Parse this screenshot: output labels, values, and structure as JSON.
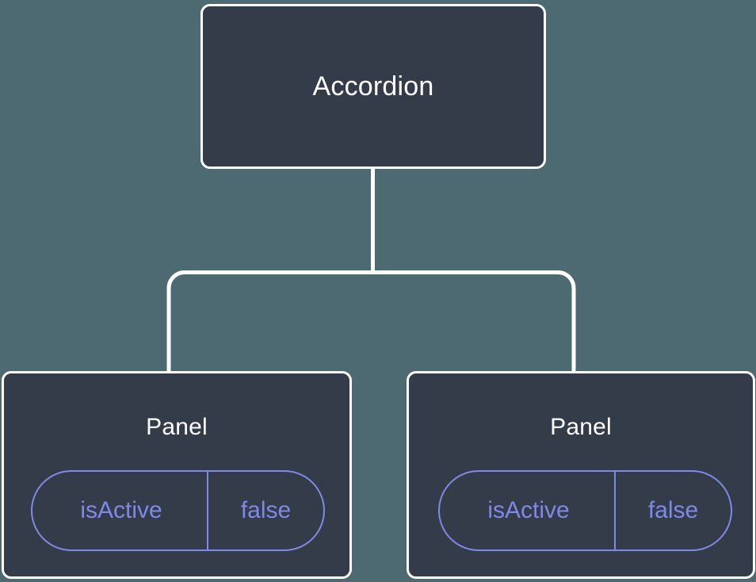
{
  "canvas": {
    "background_color": "#4d6a73",
    "node_fill_color": "#343b49",
    "node_border_color": "#ffffff",
    "edge_color": "#ffffff",
    "accent_color": "#8189e8"
  },
  "tree": {
    "root": {
      "title": "Accordion"
    },
    "children": [
      {
        "title": "Panel",
        "prop": {
          "key": "isActive",
          "value": "false"
        }
      },
      {
        "title": "Panel",
        "prop": {
          "key": "isActive",
          "value": "false"
        }
      }
    ]
  }
}
